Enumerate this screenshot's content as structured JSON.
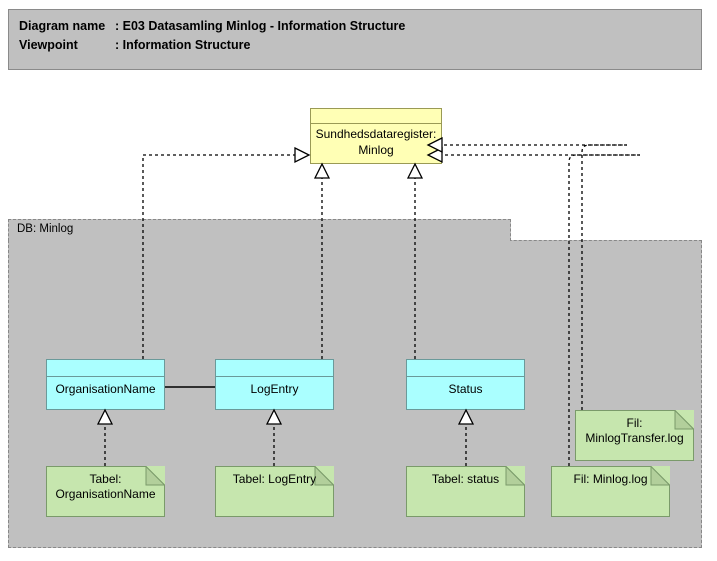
{
  "header": {
    "line1_key": "Diagram name",
    "line1_sep": ": ",
    "line1_value": "E03 Datasamling Minlog - Information Structure",
    "line2_key": "Viewpoint",
    "line2_sep": ": ",
    "line2_value": "Information Structure",
    "background_color": "#c0c0c0"
  },
  "grouping": {
    "label": "DB: Minlog",
    "fill_color": "#c0c0c0",
    "border_color": "#888888"
  },
  "nodes": {
    "business_object": {
      "label": "Sundhedsdataregister: Minlog",
      "fill_color": "#ffffb5"
    },
    "data_objects": [
      {
        "id": "organisationname",
        "label": "OrganisationName",
        "fill_color": "#aaffff"
      },
      {
        "id": "logentry",
        "label": "LogEntry",
        "fill_color": "#aaffff"
      },
      {
        "id": "status",
        "label": "Status",
        "fill_color": "#aaffff"
      }
    ],
    "artifacts": [
      {
        "id": "tabel-organisationname",
        "label": "Tabel: OrganisationName",
        "fill_color": "#c6e6ae"
      },
      {
        "id": "tabel-logentry",
        "label": "Tabel: LogEntry",
        "fill_color": "#c6e6ae"
      },
      {
        "id": "tabel-status",
        "label": "Tabel: status",
        "fill_color": "#c6e6ae"
      },
      {
        "id": "fil-minlogtransfer",
        "label": "Fil: MinlogTransfer.log",
        "fill_color": "#c6e6ae"
      },
      {
        "id": "fil-minlog",
        "label": "Fil: Minlog.log",
        "fill_color": "#c6e6ae"
      }
    ]
  },
  "connections": [
    {
      "from": "organisationname",
      "to": "business_object",
      "type": "realization"
    },
    {
      "from": "logentry",
      "to": "business_object",
      "type": "realization"
    },
    {
      "from": "status",
      "to": "business_object",
      "type": "realization"
    },
    {
      "from": "fil-minlog",
      "to": "business_object",
      "type": "realization"
    },
    {
      "from": "fil-minlogtransfer",
      "to": "business_object",
      "type": "realization"
    },
    {
      "from": "tabel-organisationname",
      "to": "organisationname",
      "type": "realization"
    },
    {
      "from": "tabel-logentry",
      "to": "logentry",
      "type": "realization"
    },
    {
      "from": "tabel-status",
      "to": "status",
      "type": "realization"
    },
    {
      "from": "organisationname",
      "to": "logentry",
      "type": "association"
    }
  ]
}
